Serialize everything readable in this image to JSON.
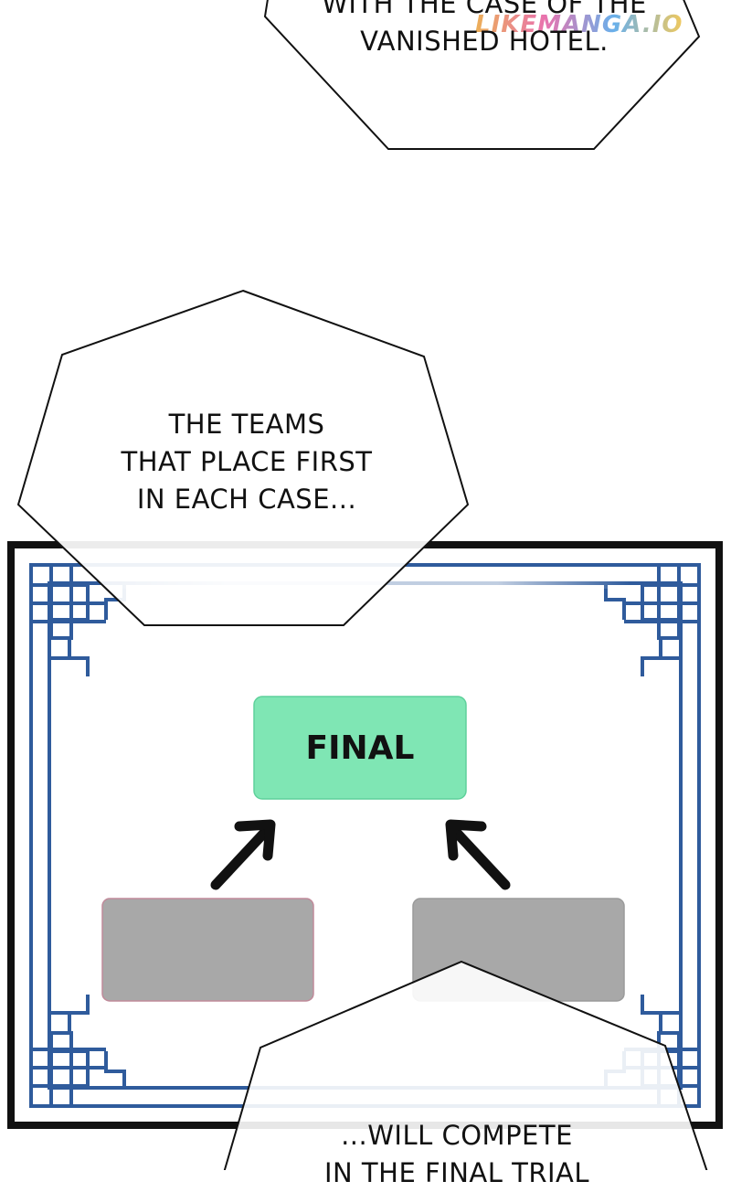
{
  "bubble_top": {
    "lines": [
      "WITH THE CASE OF THE",
      "VANISHED HOTEL."
    ]
  },
  "bubble_mid": {
    "lines": [
      "THE TEAMS",
      "THAT PLACE FIRST",
      "IN EACH CASE..."
    ]
  },
  "bubble_bottom": {
    "lines": [
      "...WILL COMPETE",
      "IN THE FINAL TRIAL"
    ]
  },
  "watermark": {
    "text": "LIKEMANGA.IO"
  },
  "bracket": {
    "final_label": "FINAL",
    "colors": {
      "final_box": "#7fe6b4",
      "slot_box": "#a8a8a8",
      "frame": "#2f5b9c",
      "outer_border": "#111111"
    }
  }
}
